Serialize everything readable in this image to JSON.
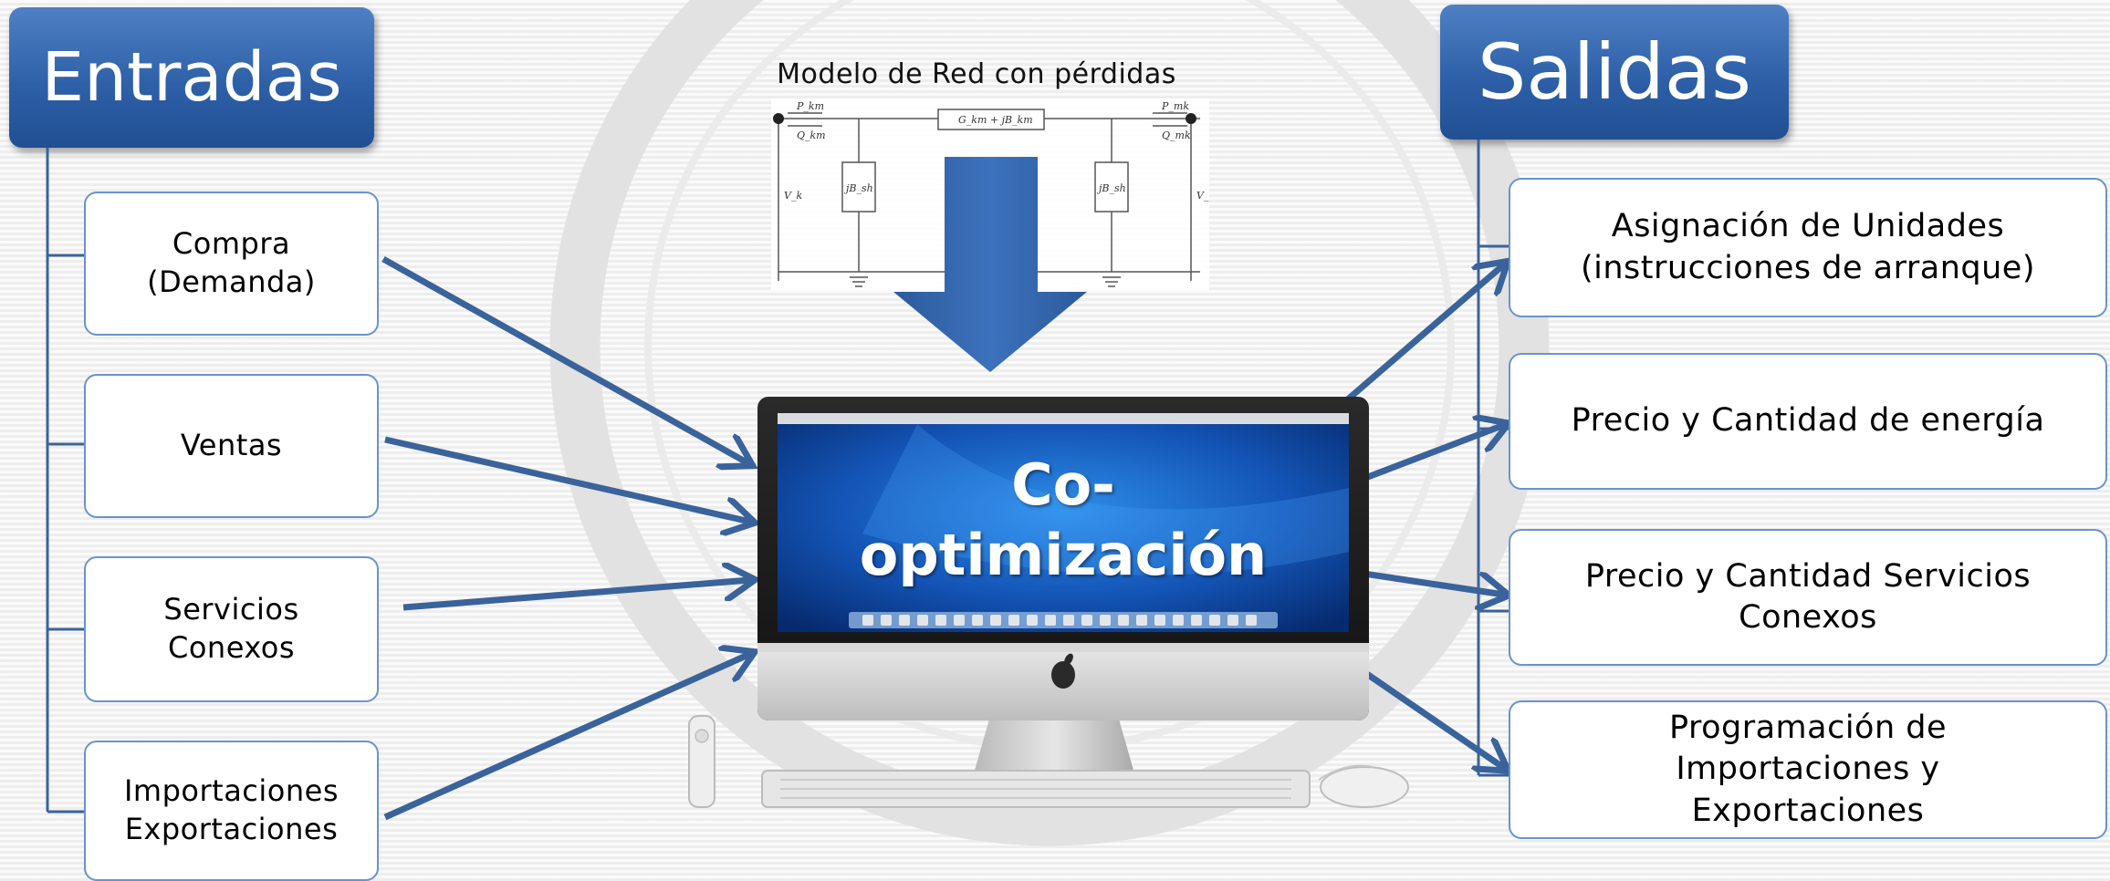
{
  "inputs": {
    "title": "Entradas",
    "items": [
      {
        "label": "Compra\n(Demanda)"
      },
      {
        "label": "Ventas"
      },
      {
        "label": "Servicios\nConexos"
      },
      {
        "label": "Importaciones\nExportaciones"
      }
    ]
  },
  "outputs": {
    "title": "Salidas",
    "items": [
      {
        "label": "Asignación de Unidades\n(instrucciones de arranque)"
      },
      {
        "label": "Precio y Cantidad de energía"
      },
      {
        "label": "Precio y Cantidad Servicios\nConexos"
      },
      {
        "label": "Programación de\nImportaciones y\nExportaciones"
      }
    ]
  },
  "network": {
    "title": "Modelo de Red con pérdidas",
    "labels": {
      "p_left": "P_km",
      "q_left": "Q_km",
      "impedance": "G_km + jB_km",
      "p_right": "P_mk",
      "q_right": "Q_mk",
      "shunt_left": "jB_sh",
      "shunt_right": "jB_sh",
      "v_left": "V_k",
      "v_right": "V_m"
    }
  },
  "center": {
    "screen_text": "Co-\noptimización"
  },
  "colors": {
    "header_blue": "#2e60a8",
    "box_border": "#6a93cc",
    "arrow_blue": "#3a639b",
    "big_arrow_blue": "#3569b0"
  }
}
